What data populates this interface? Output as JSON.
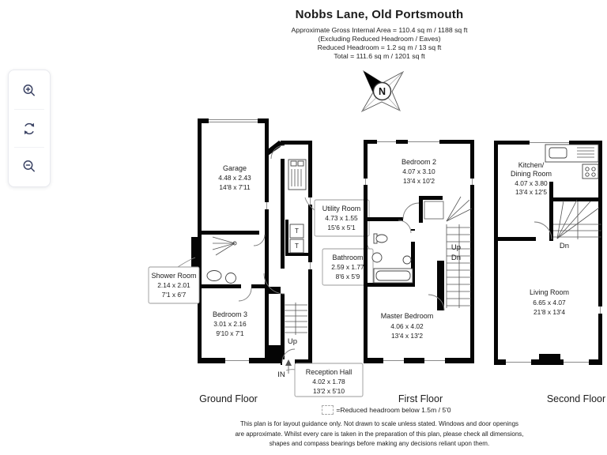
{
  "header": {
    "title": "Nobbs Lane, Old Portsmouth",
    "line1": "Approximate Gross Internal Area = 110.4 sq m / 1188 sq ft",
    "line2": "(Excluding Reduced Headroom / Eaves)",
    "line3": "Reduced Headroom = 1.2 sq m / 13 sq ft",
    "line4": "Total = 111.6 sq m / 1201 sq ft"
  },
  "toolbar": {
    "zoom_in_icon": "magnifier-plus",
    "rotate_icon": "rotate-arrows",
    "zoom_out_icon": "magnifier-minus"
  },
  "compass": {
    "n": "N"
  },
  "floors": {
    "ground": {
      "label": "Ground Floor",
      "up": "Up",
      "entrance": "IN",
      "tank1": "T",
      "tank2": "T",
      "rooms": {
        "garage": {
          "name": "Garage",
          "metric": "4.48 x 2.43",
          "imperial": "14'8 x 7'11"
        },
        "utility": {
          "name": "Utility Room",
          "metric": "4.73 x 1.55",
          "imperial": "15'6 x 5'1"
        },
        "shower": {
          "name": "Shower Room",
          "metric": "2.14 x 2.01",
          "imperial": "7'1 x 6'7"
        },
        "bedroom3": {
          "name": "Bedroom 3",
          "metric": "3.01 x 2.16",
          "imperial": "9'10 x 7'1"
        },
        "reception": {
          "name": "Reception Hall",
          "metric": "4.02 x 1.78",
          "imperial": "13'2 x 5'10"
        }
      }
    },
    "first": {
      "label": "First Floor",
      "up": "Up",
      "down": "Dn",
      "rooms": {
        "bedroom2": {
          "name": "Bedroom 2",
          "metric": "4.07 x 3.10",
          "imperial": "13'4 x 10'2"
        },
        "bathroom": {
          "name": "Bathroom",
          "metric": "2.59 x 1.77",
          "imperial": "8'6 x 5'9"
        },
        "master": {
          "name": "Master Bedroom",
          "metric": "4.06 x 4.02",
          "imperial": "13'4 x 13'2"
        }
      }
    },
    "second": {
      "label": "Second Floor",
      "down": "Dn",
      "rooms": {
        "kitchen": {
          "name1": "Kitchen/",
          "name2": "Dining Room",
          "metric": "4.07 x 3.80",
          "imperial": "13'4 x 12'5"
        },
        "living": {
          "name": "Living Room",
          "metric": "6.65 x 4.07",
          "imperial": "21'8 x 13'4"
        }
      }
    }
  },
  "legend": {
    "text": "=Reduced headroom below 1.5m / 5'0"
  },
  "disclaimer": {
    "line1": "This plan is for layout guidance only. Not drawn to scale unless stated. Windows and door openings",
    "line2": "are approximate. Whilst every care is taken in the preparation of this plan, please check all dimensions,",
    "line3": "shapes and compass bearings before making any decisions reliant upon them."
  },
  "colors": {
    "wall": "#050505",
    "icon_accent": "#3d4566",
    "text": "#1c1c1c"
  }
}
